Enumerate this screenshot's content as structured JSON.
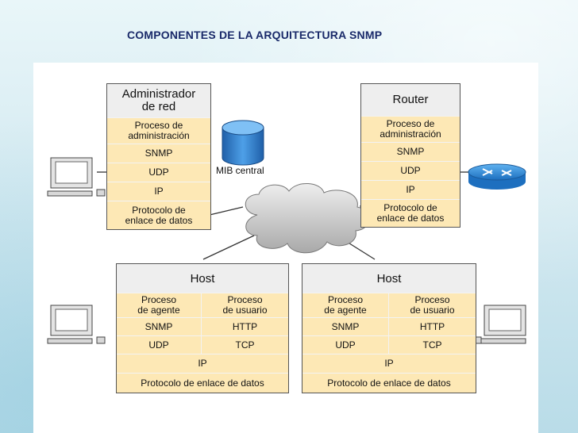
{
  "title": "COMPONENTES DE LA ARQUITECTURA SNMP",
  "mib_label": "MIB central",
  "admin": {
    "name": "Administrador\nde red",
    "layers": [
      "Proceso de\nadministración",
      "SNMP",
      "UDP",
      "IP",
      "Protocolo de\nenlace de datos"
    ]
  },
  "router": {
    "name": "Router",
    "layers": [
      "Proceso de\nadministración",
      "SNMP",
      "UDP",
      "IP",
      "Protocolo de\nenlace de datos"
    ]
  },
  "host_left": {
    "name": "Host",
    "agent": [
      "Proceso\nde agente",
      "SNMP",
      "UDP"
    ],
    "user": [
      "Proceso\nde usuario",
      "HTTP",
      "TCP"
    ],
    "ip": "IP",
    "link": "Protocolo de enlace de datos"
  },
  "host_right": {
    "name": "Host",
    "agent": [
      "Proceso\nde agente",
      "SNMP",
      "UDP"
    ],
    "user": [
      "Proceso\nde usuario",
      "HTTP",
      "TCP"
    ],
    "ip": "IP",
    "link": "Protocolo de enlace de datos"
  },
  "colors": {
    "layer_fill": "#fde8b5",
    "header_fill": "#eeeeee",
    "database_blue": "#2a78c8",
    "router_blue": "#2d86d6",
    "cloud_gray": "#c8c8c8",
    "title_color": "#1a2a6a"
  },
  "icons": [
    "computer-icon",
    "database-icon",
    "router-icon",
    "cloud-icon"
  ]
}
